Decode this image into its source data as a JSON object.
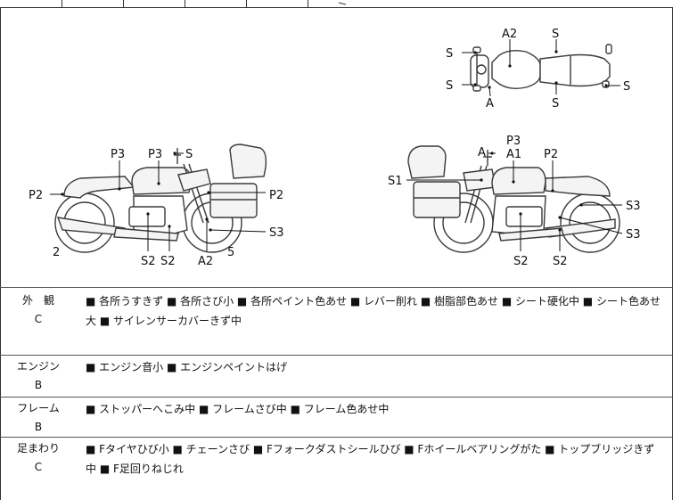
{
  "diagram": {
    "top_view_labels": {
      "a2": "A2",
      "s_right_top": "S",
      "s_left_top": "S",
      "s_left_bottom": "S",
      "s_right_bottom": "S",
      "s_far_right": "S",
      "a": "A"
    },
    "left_view_labels": {
      "p3a": "P3",
      "p3b": "P3",
      "s": "S",
      "p2_left": "P2",
      "p2_right": "P2",
      "s3": "S3",
      "two": "2",
      "s2a": "S2",
      "s2b": "S2",
      "a2": "A2",
      "five": "5"
    },
    "right_view_labels": {
      "p3": "P3",
      "a": "A",
      "a1": "A1",
      "p2": "P2",
      "s1": "S1",
      "s3a": "S3",
      "s3b": "S3",
      "s2a": "S2",
      "s2b": "S2"
    }
  },
  "rows": [
    {
      "name": "外　観",
      "grade": "C",
      "text": "■ 各所うすきず ■ 各所さび小 ■ 各所ペイント色あせ ■ レバー削れ ■ 樹脂部色あせ ■ シート硬化中 ■ シート色あせ大 ■ サイレンサーカバーきず中"
    },
    {
      "name": "エンジン",
      "grade": "B",
      "text": "■ エンジン音小 ■ エンジンペイントはげ"
    },
    {
      "name": "フレーム",
      "grade": "B",
      "text": "■ ストッパーへこみ中 ■ フレームさび中 ■ フレーム色あせ中"
    },
    {
      "name": "足まわり",
      "grade": "C",
      "text": "■ Fタイヤひび小 ■ チェーンさび ■ Fフォークダストシールひび ■ Fホイールベアリングがた ■ トップブリッジきず中 ■ F足回りねじれ"
    }
  ]
}
